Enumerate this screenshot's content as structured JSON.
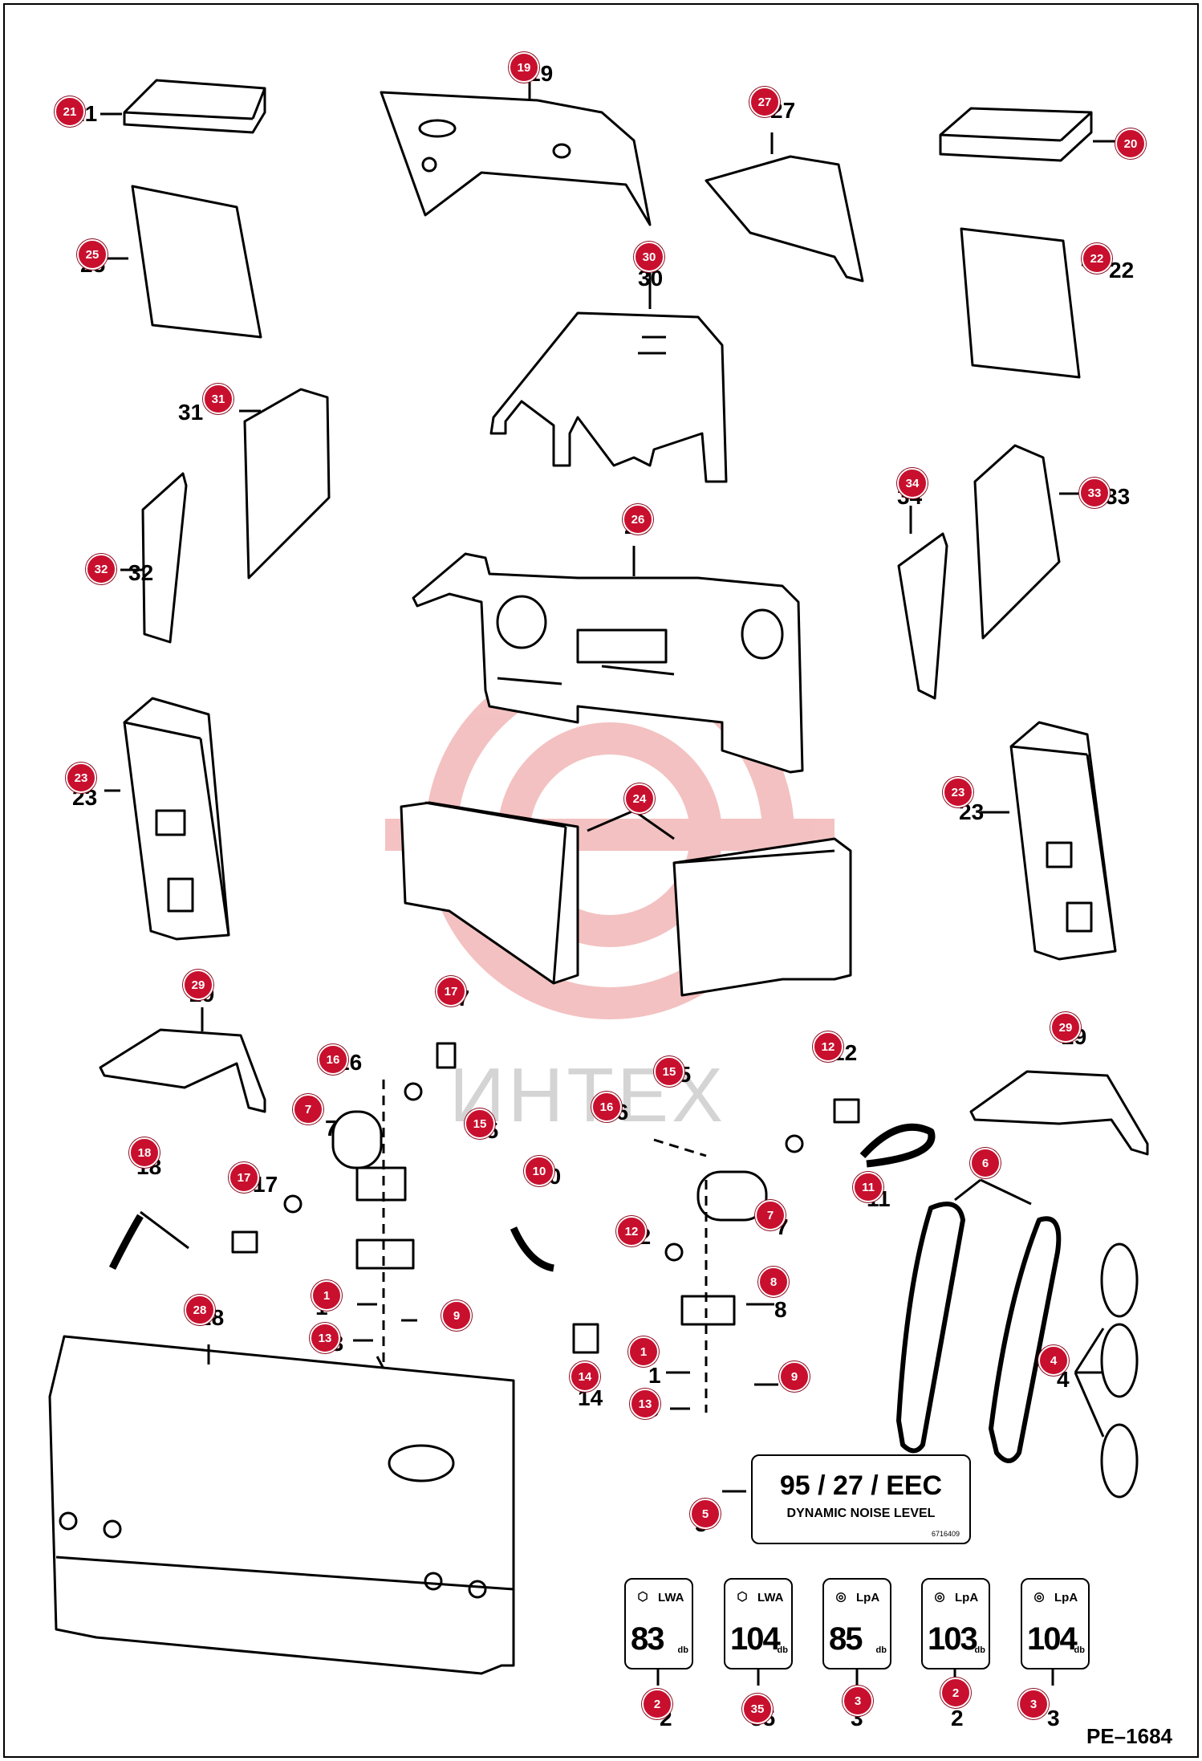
{
  "drawing_id": "PE–1684",
  "watermark": "ИНТЕХ",
  "callouts": [
    {
      "id": "c21",
      "label": "21"
    },
    {
      "id": "c19",
      "label": "19"
    },
    {
      "id": "c27",
      "label": "27"
    },
    {
      "id": "c20",
      "label": "20"
    },
    {
      "id": "c25",
      "label": "25"
    },
    {
      "id": "c30",
      "label": "30"
    },
    {
      "id": "c22",
      "label": "22"
    },
    {
      "id": "c31",
      "label": "31"
    },
    {
      "id": "c34",
      "label": "34"
    },
    {
      "id": "c33",
      "label": "33"
    },
    {
      "id": "c26",
      "label": "26"
    },
    {
      "id": "c32",
      "label": "32"
    },
    {
      "id": "c23a",
      "label": "23"
    },
    {
      "id": "c24",
      "label": "24"
    },
    {
      "id": "c23b",
      "label": "23"
    },
    {
      "id": "c29a",
      "label": "29"
    },
    {
      "id": "c17a",
      "label": "17"
    },
    {
      "id": "c16a",
      "label": "16"
    },
    {
      "id": "c15a",
      "label": "15"
    },
    {
      "id": "c12a",
      "label": "12"
    },
    {
      "id": "c29b",
      "label": "29"
    },
    {
      "id": "c7a",
      "label": "7"
    },
    {
      "id": "c15b",
      "label": "15"
    },
    {
      "id": "c16b",
      "label": "16"
    },
    {
      "id": "c18",
      "label": "18"
    },
    {
      "id": "c17b",
      "label": "17"
    },
    {
      "id": "c10",
      "label": "10"
    },
    {
      "id": "c11",
      "label": "11"
    },
    {
      "id": "c6",
      "label": "6"
    },
    {
      "id": "c7b",
      "label": "7"
    },
    {
      "id": "c12b",
      "label": "12"
    },
    {
      "id": "c8",
      "label": "8"
    },
    {
      "id": "c1a",
      "label": "1"
    },
    {
      "id": "c9a",
      "label": "9"
    },
    {
      "id": "c28",
      "label": "28"
    },
    {
      "id": "c13a",
      "label": "13"
    },
    {
      "id": "c4",
      "label": "4"
    },
    {
      "id": "c1b",
      "label": "1"
    },
    {
      "id": "c14",
      "label": "14"
    },
    {
      "id": "c9b",
      "label": "9"
    },
    {
      "id": "c13b",
      "label": "13"
    },
    {
      "id": "c5",
      "label": "5"
    },
    {
      "id": "c2a",
      "label": "2"
    },
    {
      "id": "c35",
      "label": "35"
    },
    {
      "id": "c3a",
      "label": "3"
    },
    {
      "id": "c2b",
      "label": "2"
    },
    {
      "id": "c3b",
      "label": "3"
    }
  ],
  "printed_numbers": [
    "21",
    "19",
    "27",
    "20",
    "25",
    "30",
    "22",
    "31",
    "34",
    "33",
    "26",
    "32",
    "23",
    "24",
    "23",
    "29",
    "17",
    "16",
    "15",
    "12",
    "29",
    "7",
    "15",
    "16",
    "18",
    "17",
    "10",
    "11",
    "6",
    "7",
    "12",
    "8",
    "1",
    "9",
    "28",
    "13",
    "4",
    "1",
    "14",
    "9",
    "13",
    "5",
    "2",
    "35",
    "3",
    "2",
    "3"
  ],
  "decal": {
    "title": "95 / 27 / EEC",
    "subtitle": "DYNAMIC NOISE LEVEL",
    "code": "6716409"
  },
  "noise_labels": [
    {
      "type": "LWA",
      "value": "83",
      "unit": "db",
      "symbol": "hex-icon"
    },
    {
      "type": "LWA",
      "value": "104",
      "unit": "db",
      "symbol": "hex-icon"
    },
    {
      "type": "LpA",
      "value": "85",
      "unit": "db",
      "symbol": "ear-icon"
    },
    {
      "type": "LpA",
      "value": "103",
      "unit": "db",
      "symbol": "ear-icon"
    },
    {
      "type": "LpA",
      "value": "104",
      "unit": "db",
      "symbol": "ear-icon"
    }
  ],
  "colors": {
    "callout": "#c8102e",
    "line": "#000000",
    "watermark": "#f2b7b7"
  }
}
